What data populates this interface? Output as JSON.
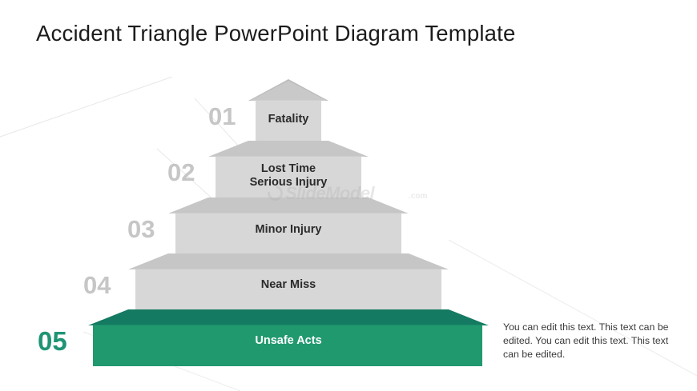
{
  "slide": {
    "title": "Accident Triangle PowerPoint Diagram Template",
    "background_color": "#ffffff"
  },
  "theme": {
    "accent_color": "#1f9a77",
    "accent_dark": "#157a62",
    "gray_face": "#d7d7d7",
    "gray_bevel": "#c6c6c6",
    "number_gray": "#c6c6c6",
    "text_dark": "#2b2b2b"
  },
  "pyramid": {
    "tiers": [
      {
        "number": "01",
        "label": "Fatality",
        "label_line1": "Fatality",
        "label_line2": "",
        "color": "#d7d7d7",
        "highlight": false
      },
      {
        "number": "02",
        "label": "Lost Time Serious Injury",
        "label_line1": "Lost Time",
        "label_line2": "Serious Injury",
        "color": "#d7d7d7",
        "highlight": false
      },
      {
        "number": "03",
        "label": "Minor Injury",
        "label_line1": "Minor Injury",
        "label_line2": "",
        "color": "#d7d7d7",
        "highlight": false
      },
      {
        "number": "04",
        "label": "Near Miss",
        "label_line1": "Near Miss",
        "label_line2": "",
        "color": "#d7d7d7",
        "highlight": false
      },
      {
        "number": "05",
        "label": "Unsafe Acts",
        "label_line1": "Unsafe Acts",
        "label_line2": "",
        "color": "#1f9a77",
        "highlight": true
      }
    ]
  },
  "description": {
    "text": "You can edit this text. This text can be edited. You can edit this text. This text can be edited."
  },
  "watermark": {
    "brand": "SlideModel",
    "domain": ".com"
  }
}
